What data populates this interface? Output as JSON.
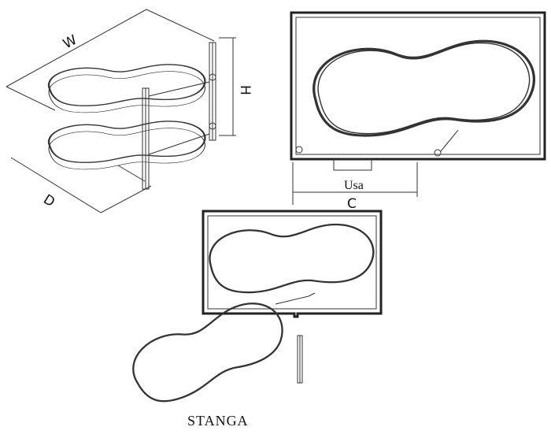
{
  "labels": {
    "width": "W",
    "height": "H",
    "depth": "D",
    "cabinet_width": "C",
    "opening": "Usa",
    "caption": "STANGA"
  }
}
